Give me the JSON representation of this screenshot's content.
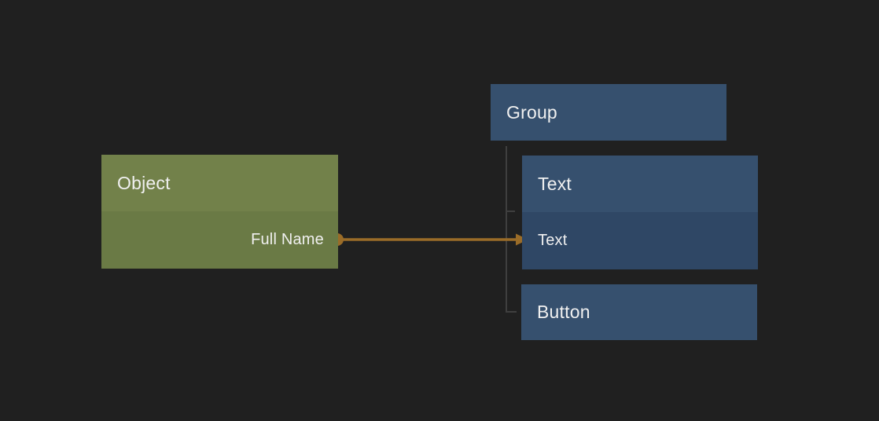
{
  "canvas": {
    "background_color": "#202020",
    "text_color": "#f0f0f0",
    "tree_line_color": "#3f3f3f"
  },
  "nodes": {
    "object": {
      "title": "Object",
      "field": "Full Name",
      "header_color": "#72814a",
      "field_color": "#6a7a45"
    },
    "group": {
      "title": "Group",
      "color": "#36506e"
    },
    "text": {
      "title": "Text",
      "field": "Text",
      "header_color": "#36506e",
      "field_color": "#2f4765"
    },
    "button": {
      "title": "Button",
      "color": "#36506e"
    }
  },
  "connection": {
    "source": "Full Name",
    "target": "Text",
    "color": "#9a6c28"
  }
}
